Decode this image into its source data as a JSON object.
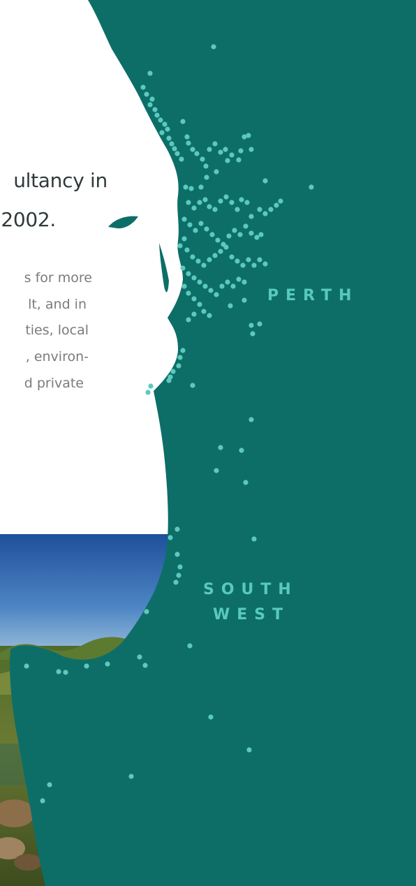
{
  "intro": {
    "headline_lines": [
      "ultancy in",
      "2002."
    ],
    "body_lines": [
      "s for more",
      "lt, and in",
      "ties, local",
      ", environ-",
      "d private"
    ]
  },
  "map": {
    "regions": [
      {
        "id": "perth",
        "lines": [
          "PERTH"
        ]
      },
      {
        "id": "south-west",
        "lines": [
          "SOUTH",
          "WEST"
        ]
      }
    ],
    "colors": {
      "land": "#0d6e68",
      "dot": "#5cc9bf",
      "label": "#59c9be",
      "sea": "#ffffff"
    }
  },
  "photo": {
    "subject": "coastal-wetland-landscape"
  }
}
